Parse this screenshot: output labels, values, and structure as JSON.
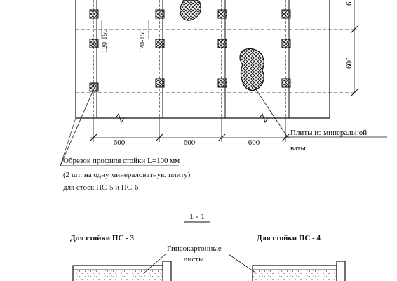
{
  "dimensions": {
    "spacing_1": "600",
    "spacing_2": "600",
    "spacing_3": "600",
    "vertical_right": "600",
    "vertical_top_partial": "6",
    "profile_gap_left": "120-150",
    "profile_gap_mid": "120-150"
  },
  "labels": {
    "mineral_plates": "Плиты из минеральной",
    "mineral_plates_2": "ваты",
    "cut_line_1": "Обрезок профиля стойки L=100 мм",
    "cut_line_2": "(2 шт. на одну минераловатную плиту)",
    "cut_line_3": "для стоек ПС-5 и ПС-6"
  },
  "section": {
    "title": "1 - 1",
    "left_caption": "Для стойки ПС - 3",
    "right_caption": "Для стойки ПС - 4",
    "board_label_1": "Гипсокартонные",
    "board_label_2": "листы"
  },
  "colors": {
    "ink": "#111111",
    "paper": "#ffffff"
  }
}
